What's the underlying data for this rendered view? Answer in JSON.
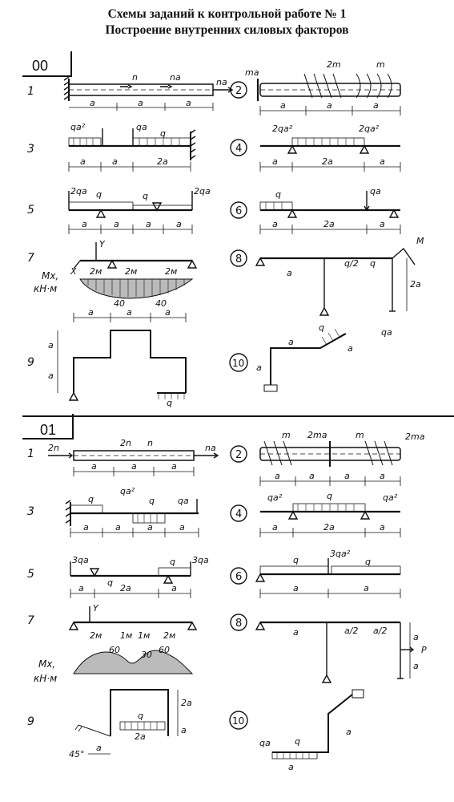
{
  "header": {
    "title_line1": "Схемы заданий к контрольной работе № 1",
    "title_line2": "Построение внутренних силовых факторов"
  },
  "variants": [
    {
      "label": "00"
    },
    {
      "label": "01"
    }
  ],
  "problem_numbers": [
    "1",
    "2",
    "3",
    "4",
    "5",
    "6",
    "7",
    "8",
    "9",
    "10"
  ],
  "labels": {
    "a": "a",
    "two_a": "2a",
    "n": "n",
    "na": "na",
    "ma": "ma",
    "two_m": "2m",
    "m": "m",
    "qa2": "qa²",
    "q": "q",
    "qa": "qa",
    "two_qa2": "2qa²",
    "two_qa": "2qa",
    "y": "Y",
    "x": "X",
    "mx": "Mx,",
    "knm": "кН·м",
    "two_m_len": "2м",
    "one_m_len": "1м",
    "v40": "40",
    "v60": "60",
    "v30": "30",
    "M": "M",
    "q2": "q/2",
    "a2": "a/2",
    "two_n": "2n",
    "two_ma": "2ma",
    "three_qa": "3qa",
    "three_qa2": "3qa²",
    "P": "P",
    "deg45": "45°",
    "q2b": "q"
  }
}
